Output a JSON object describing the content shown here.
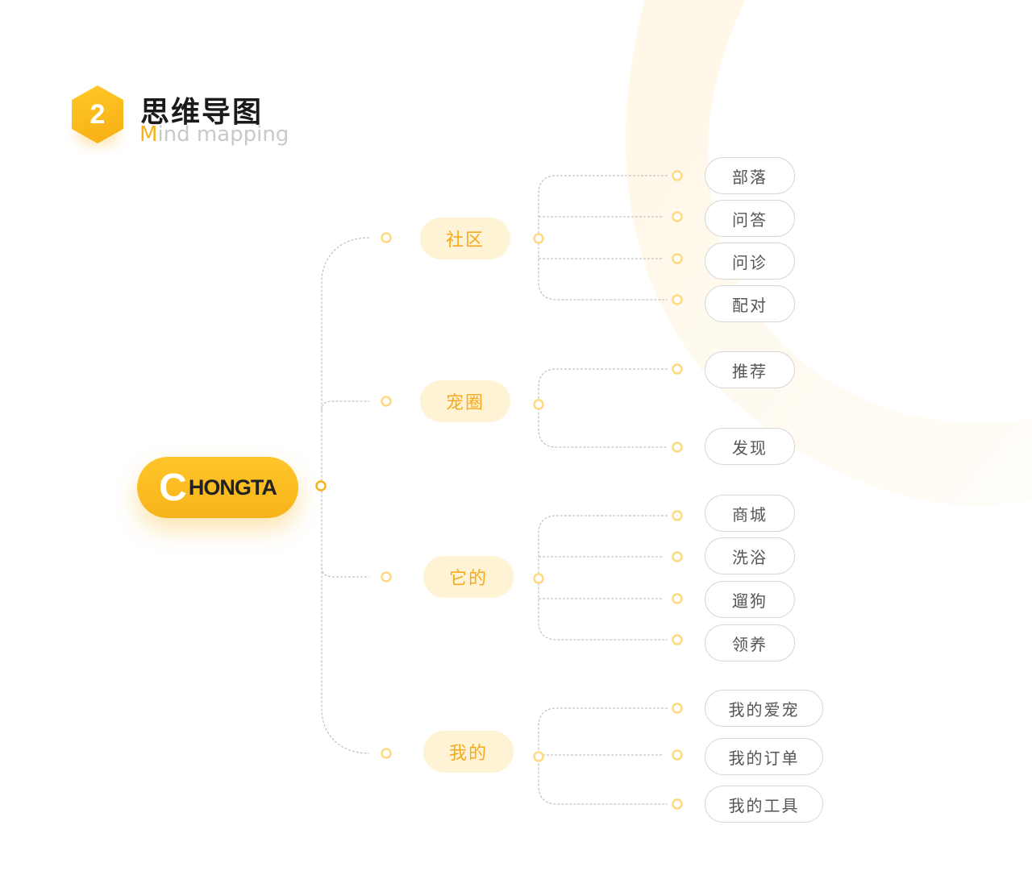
{
  "header": {
    "number": "2",
    "title_cn": "思维导图",
    "title_en_lead": "M",
    "title_en_rest": "ind mapping"
  },
  "root": {
    "lead": "C",
    "rest": "HONGTA"
  },
  "colors": {
    "accent": "#f7b31a",
    "branch_bg": "#fff3d6",
    "branch_text": "#f5a91c",
    "line": "#b5b5b5",
    "node_ring": "#ffd980"
  },
  "branches": [
    {
      "label": "社区",
      "children": [
        "部落",
        "问答",
        "问诊",
        "配对"
      ]
    },
    {
      "label": "宠圈",
      "children": [
        "推荐",
        "发现"
      ]
    },
    {
      "label": "它的",
      "children": [
        "商城",
        "洗浴",
        "遛狗",
        "领养"
      ]
    },
    {
      "label": "我的",
      "children": [
        "我的爱宠",
        "我的订单",
        "我的工具"
      ]
    }
  ]
}
